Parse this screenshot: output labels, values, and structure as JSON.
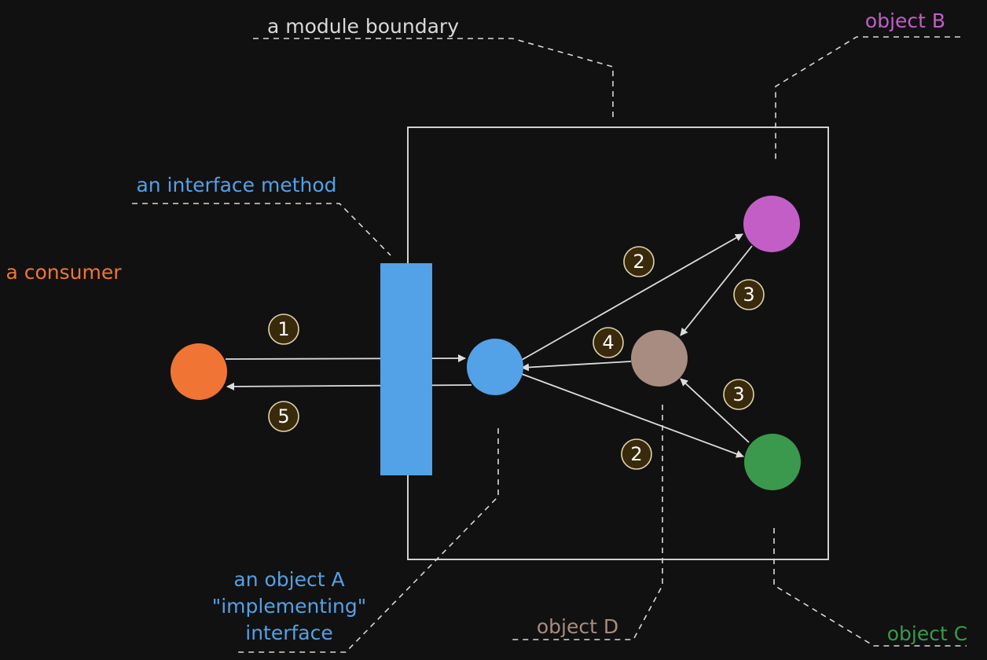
{
  "labels": {
    "module_boundary": "a module boundary",
    "object_b": "object B",
    "interface_method": "an interface method",
    "consumer": "a consumer",
    "object_a_line1": "an object A",
    "object_a_line2": "\"implementing\"",
    "object_a_line3": "interface",
    "object_d": "object D",
    "object_c": "object C"
  },
  "steps": {
    "s1": "1",
    "s2a": "2",
    "s2b": "2",
    "s3a": "3",
    "s3b": "3",
    "s4": "4",
    "s5": "5"
  },
  "colors": {
    "background": "#111111",
    "consumer": "#f07535",
    "object_a": "#53a1e6",
    "interface": "#53a1e6",
    "object_b": "#c35ec7",
    "object_c": "#3a994c",
    "object_d": "#a88c82",
    "boundary": "#e6e6e6"
  }
}
